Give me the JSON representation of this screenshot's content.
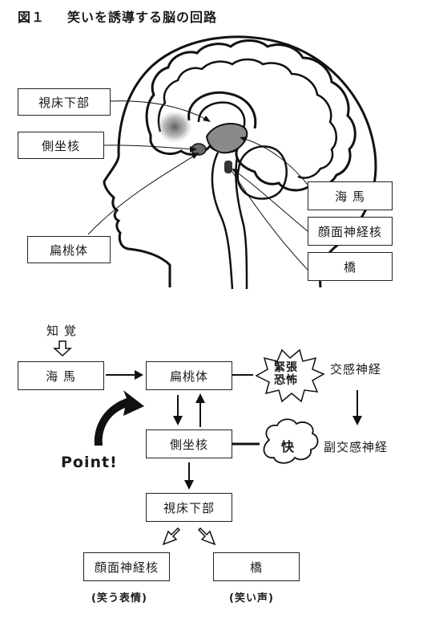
{
  "figure": {
    "number": "図１",
    "title": "笑いを誘導する脳の回路"
  },
  "brain_labels": {
    "hypothalamus": "視床下部",
    "nucleus_accumbens": "側坐核",
    "amygdala": "扁桃体",
    "hippocampus": "海 馬",
    "facial_nucleus": "顔面神経核",
    "pons": "橋"
  },
  "flow": {
    "perception": "知 覚",
    "hippocampus": "海 馬",
    "amygdala": "扁桃体",
    "nucleus_accumbens": "側坐核",
    "hypothalamus": "視床下部",
    "facial_nucleus": "顔面神経核",
    "pons": "橋",
    "tension_fear_line1": "緊張",
    "tension_fear_line2": "恐怖",
    "pleasure": "快",
    "sympathetic": "交感神経",
    "parasympathetic": "副交感神経",
    "point": "Point!",
    "smiling_face": "(笑う表情)",
    "laughing_voice": "(笑い声)"
  }
}
